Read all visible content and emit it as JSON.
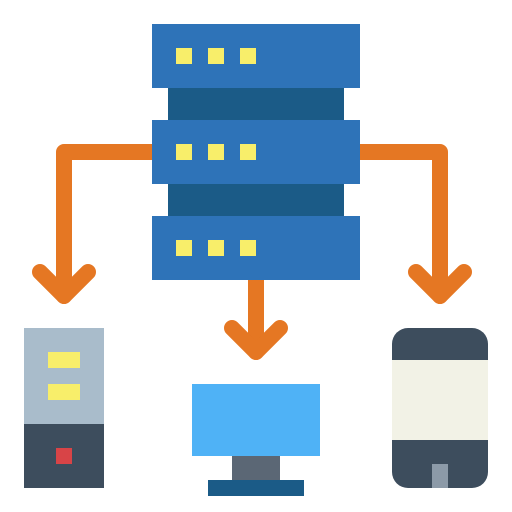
{
  "colors": {
    "server_blue": "#2e73b8",
    "server_dark": "#1b5b87",
    "led_yellow": "#f8ee6a",
    "arrow_orange": "#e57723",
    "tower_light": "#a9bccb",
    "tower_dark": "#3d4d5d",
    "power_red": "#d84447",
    "monitor_screen": "#4fb2f6",
    "monitor_stand": "#5b6775",
    "monitor_base": "#1b5b87",
    "phone_body": "#3d4d5d",
    "phone_screen": "#f2f2e6",
    "phone_button": "#8c9aa8"
  },
  "icons": {
    "server": "server-rack-icon",
    "desktop_tower": "desktop-tower-icon",
    "monitor": "monitor-icon",
    "smartphone": "smartphone-icon",
    "arrows": [
      "arrow-to-tower",
      "arrow-to-monitor",
      "arrow-to-phone"
    ]
  }
}
